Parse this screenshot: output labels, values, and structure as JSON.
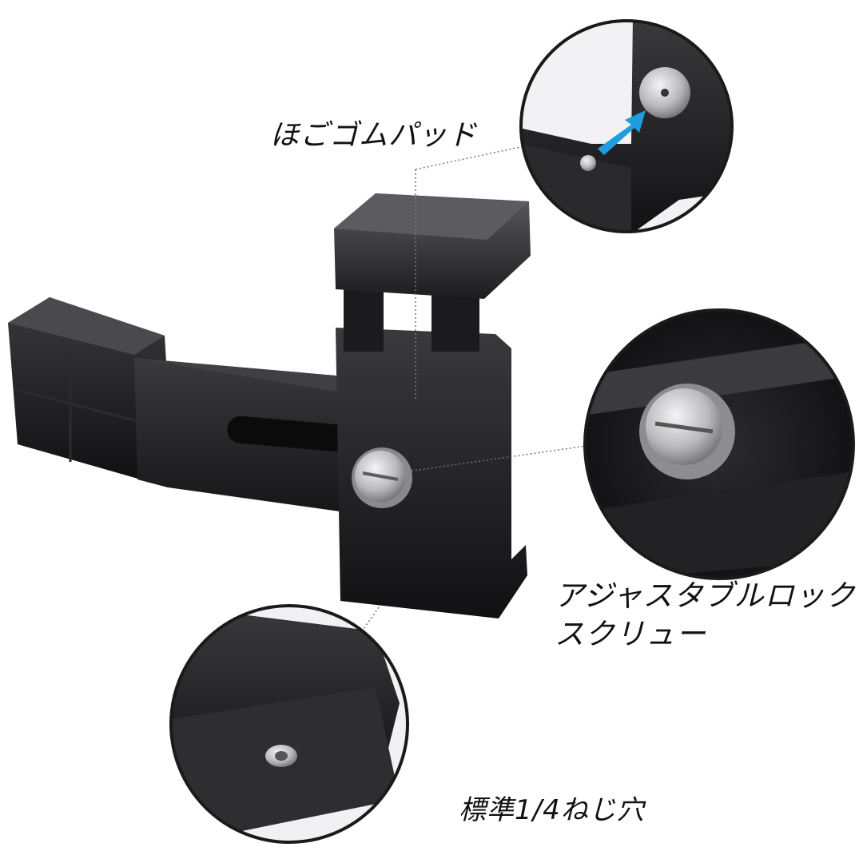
{
  "labels": {
    "rubber_pad": "ほごゴムパッド",
    "lock_screw_line1": "アジャスタブルロック",
    "lock_screw_line2": "スクリュー",
    "thread_hole": "標準1/4ねじ穴"
  },
  "colors": {
    "background": "#ffffff",
    "bracket": "#1c1c1e",
    "arrow": "#1e9de0",
    "metal": "#c9c9cc"
  }
}
